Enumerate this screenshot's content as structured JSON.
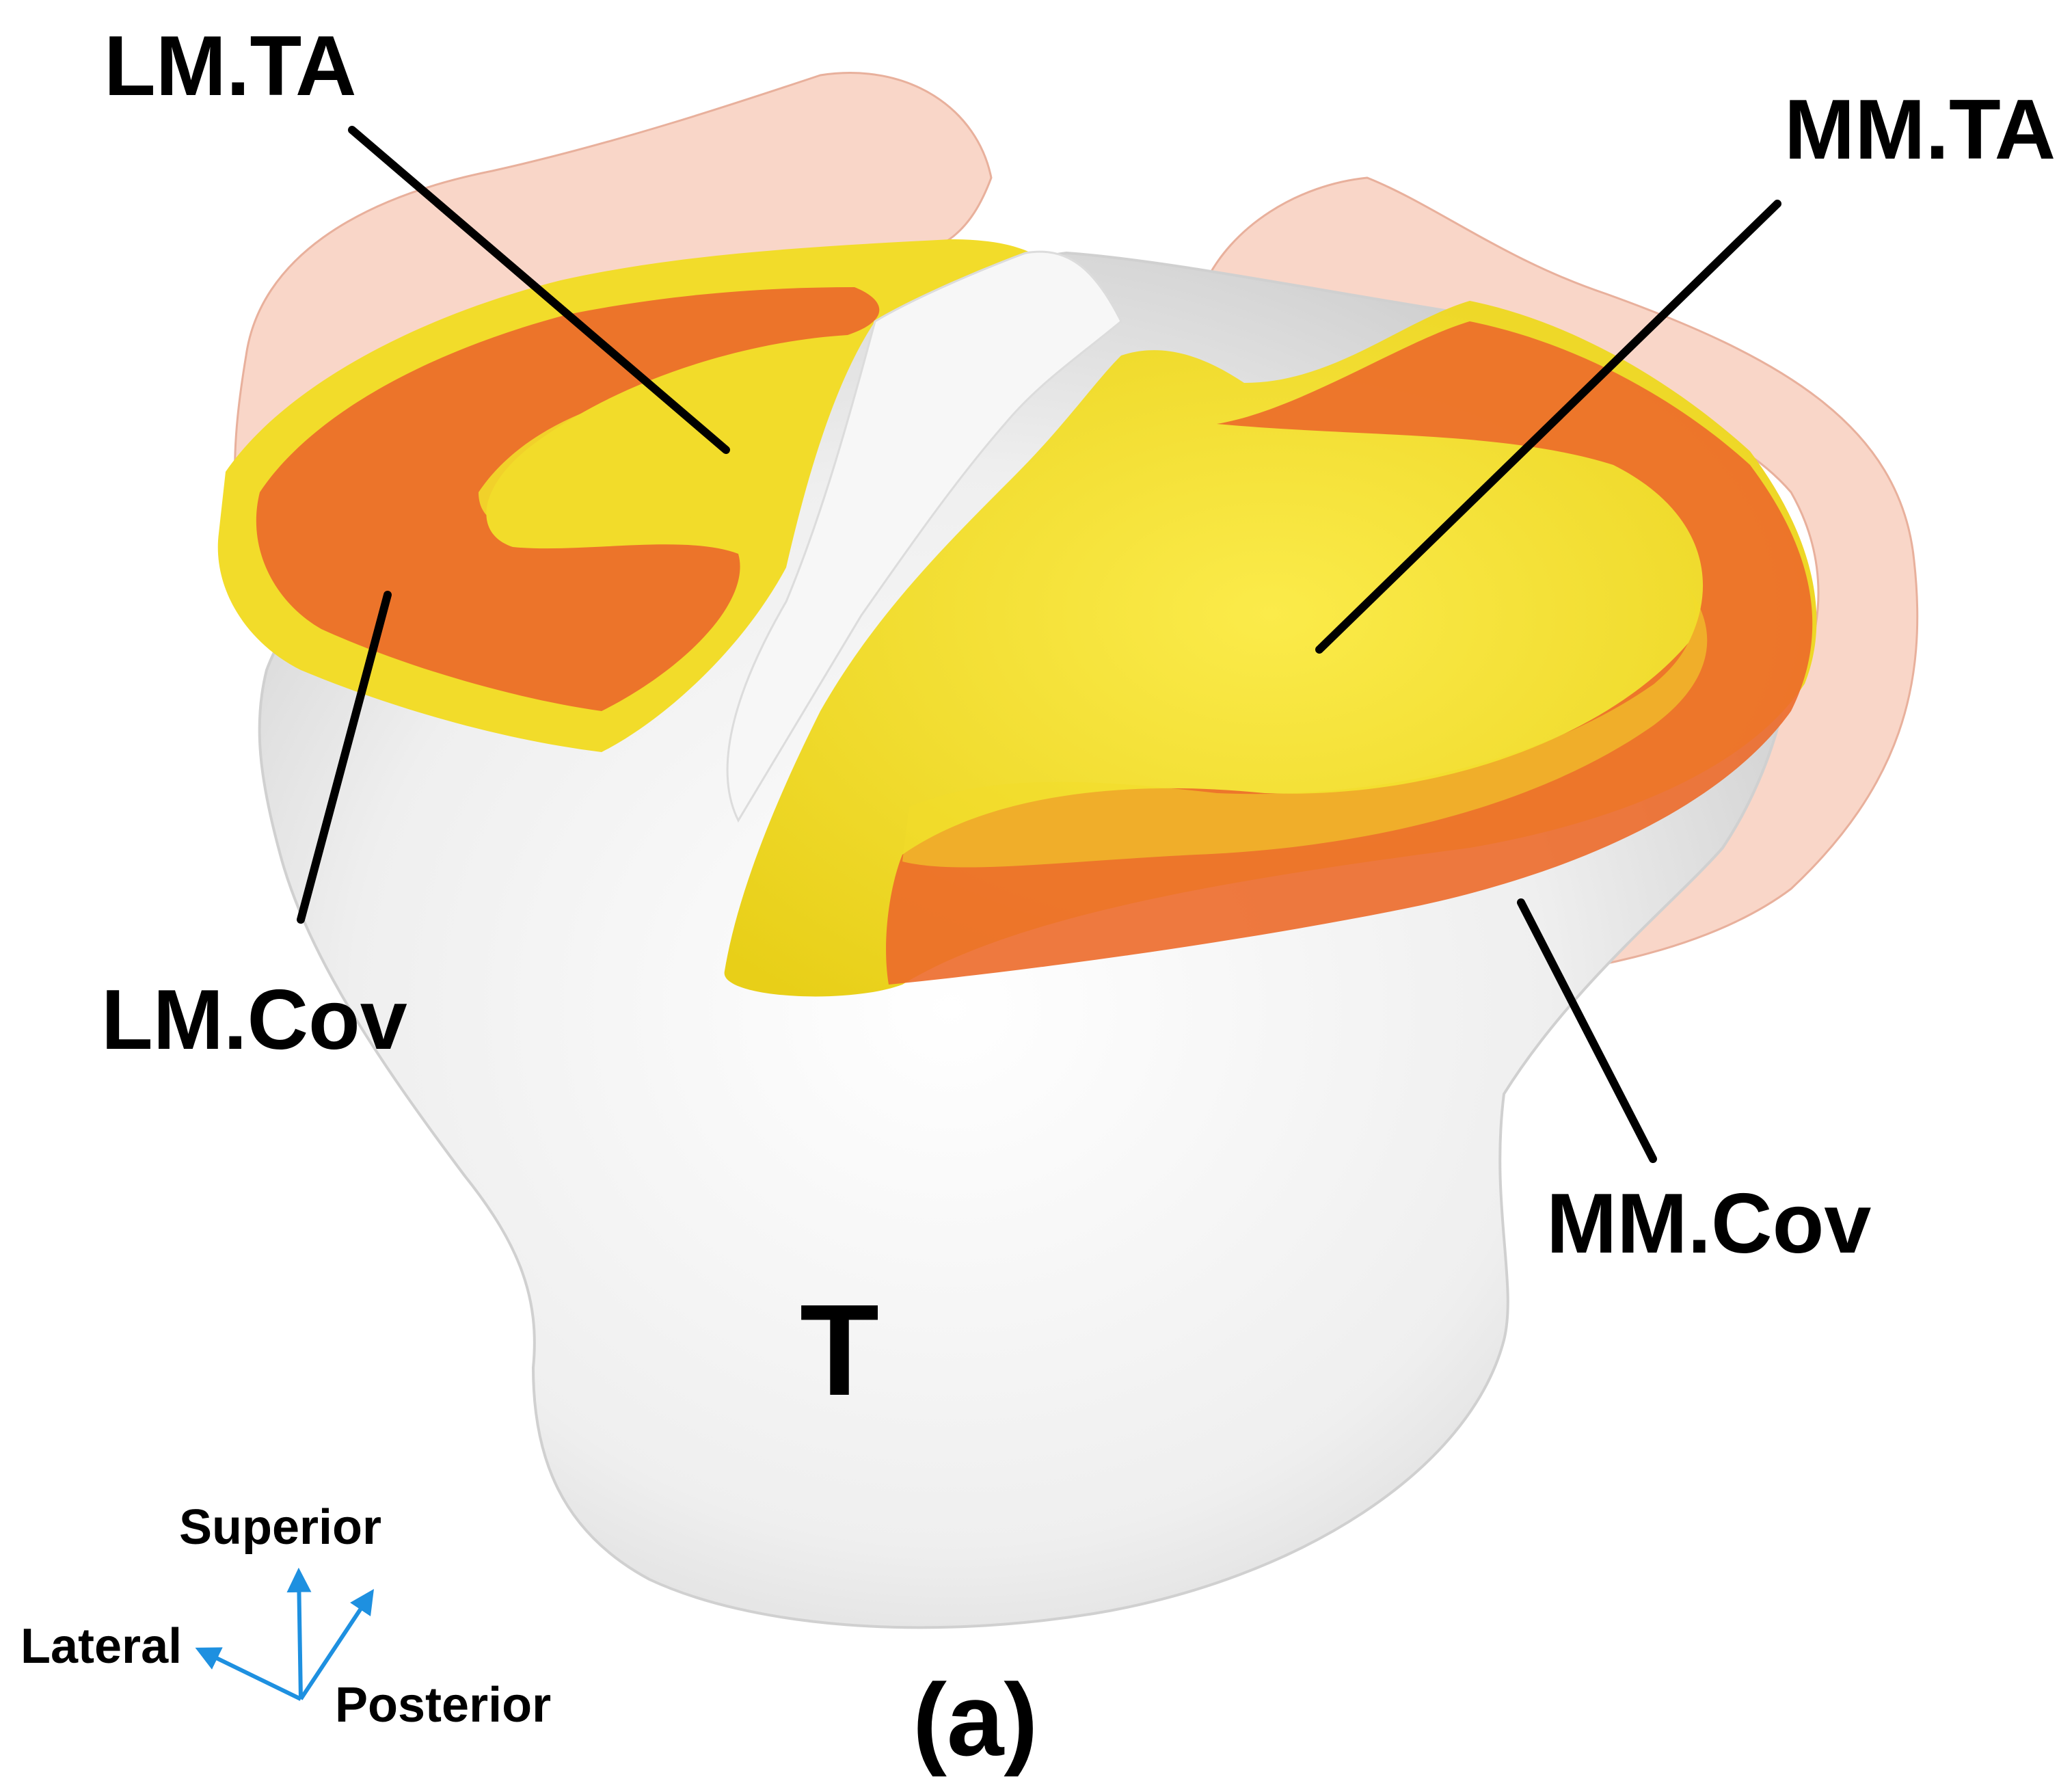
{
  "labels": {
    "lm_ta": "LM.TA",
    "mm_ta": "MM.TA",
    "lm_cov": "LM.Cov",
    "mm_cov": "MM.Cov",
    "tibia": "T"
  },
  "axes": {
    "superior": "Superior",
    "lateral": "Lateral",
    "posterior": "Posterior",
    "color": "#1e90e0"
  },
  "panel": "(a)",
  "colors": {
    "bone": "#eeeeee",
    "meniscus_translucent": "#f7c8b6",
    "coverage_orange": "#ec6a2a",
    "tibial_area_yellow": "#f2dc2a",
    "leader_lines": "#000000"
  }
}
